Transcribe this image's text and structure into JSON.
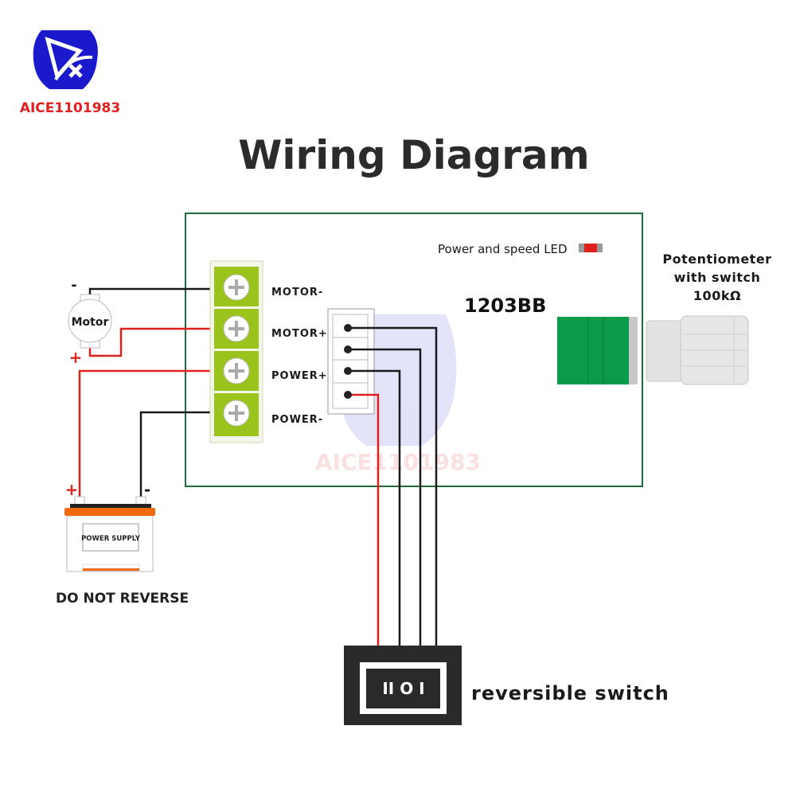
{
  "logo": {
    "text": "AICE1101983",
    "colors": {
      "shield": "#1a1acc",
      "text": "#e02020"
    }
  },
  "watermark": {
    "text": "AICE1101983"
  },
  "title": "Wiring Diagram",
  "board": {
    "model": "1203BB",
    "led_label": "Power and speed LED",
    "terminals": [
      "MOTOR-",
      "MOTOR+",
      "POWER+",
      "POWER-"
    ],
    "colors": {
      "border": "#1e6b3c",
      "terminal_block": "#9ac31c"
    }
  },
  "motor": {
    "label": "Motor",
    "minus": "-",
    "plus": "+"
  },
  "power_supply": {
    "label": "POWER SUPPLY",
    "plus": "+",
    "minus": "-",
    "warning": "DO NOT REVERSE",
    "color": "#f26a10"
  },
  "potentiometer": {
    "line1": "Potentiometer",
    "line2": "with switch",
    "line3": "100kΩ"
  },
  "switch": {
    "positions": "II O I",
    "label": "reversible switch"
  },
  "wire_colors": {
    "positive": "#e0201c",
    "negative": "#1a1a1a"
  }
}
